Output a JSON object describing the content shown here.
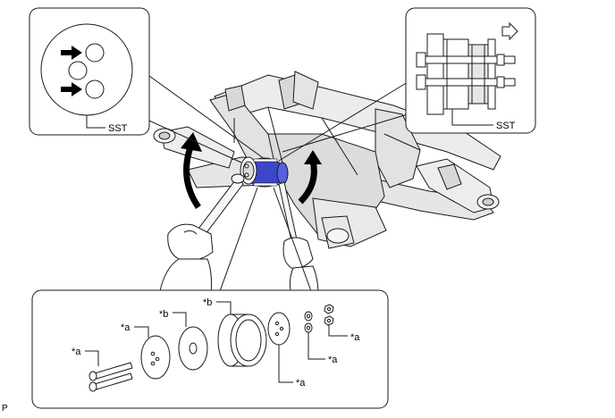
{
  "figure": {
    "corner_code": "P",
    "colors": {
      "line": "#1a1a1a",
      "frame_fill": "#f0f0f0",
      "frame_shade": "#d0d0d0",
      "tool_blue": "#3b46c9",
      "arrow_black": "#000000"
    }
  },
  "callout_top_left": {
    "label": "SST"
  },
  "callout_top_right": {
    "label": "SST",
    "arrow_icon": "outline-right-arrow-icon"
  },
  "callout_bottom": {
    "labels": {
      "bolts": "*a",
      "plate_left": "*a",
      "washer": "*b",
      "cup_tool": "*b",
      "plate_right": "*a",
      "nuts_left": "*a",
      "nuts_right": "*a"
    }
  }
}
